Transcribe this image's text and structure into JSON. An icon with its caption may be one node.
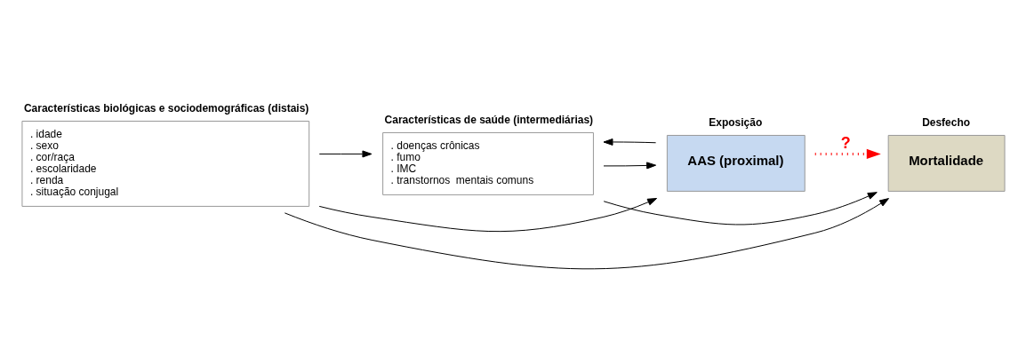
{
  "diagram": {
    "nodes": [
      {
        "text": [
          "Características biológicas e sociodemográficas (distais)",
          ". idade",
          ". sexo",
          ". cor/raça",
          ". escolaridade",
          ". renda",
          ". situação conjugal"
        ]
      },
      {
        "text": [
          "Características de saúde (intermediárias)",
          ". doenças crônicas",
          ". fumo",
          ". IMC",
          ". transtornos  mentais comuns"
        ]
      },
      {
        "text": [
          "Exposição",
          "AAS (proximal)"
        ]
      },
      {
        "text": [
          "Desfecho",
          "Mortalidade"
        ]
      }
    ],
    "edges": [
      {
        "from": 0,
        "to": 2,
        "arrow": "to"
      },
      {
        "from": 0,
        "to": 3,
        "arrow": "to"
      },
      {
        "from": 0,
        "to": 1,
        "arrow": "to"
      },
      {
        "from": 1,
        "to": 2,
        "arrow": "to"
      },
      {
        "from": 2,
        "to": 3,
        "arrow": "to",
        "label": "?",
        "style": "dashed",
        "color": "#ff0000"
      },
      {
        "from": 2,
        "to": 1,
        "arrow": "to"
      },
      {
        "from": 1,
        "to": 3,
        "arrow": "to"
      }
    ]
  }
}
